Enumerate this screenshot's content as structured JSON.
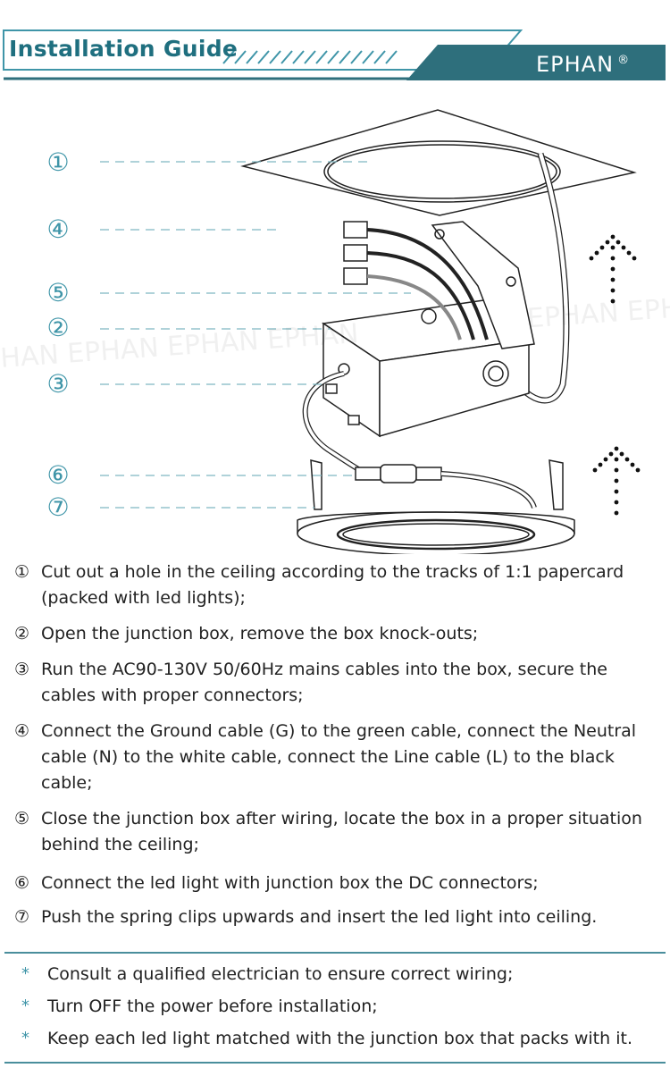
{
  "header": {
    "title": "Installation Guide",
    "brand": "EPHAN",
    "brand_mark": "®",
    "accent_color": "#2e6f7c",
    "title_color": "#1f6f7f"
  },
  "diagram": {
    "callouts": [
      "①",
      "④",
      "⑤",
      "②",
      "③",
      "⑥",
      "⑦"
    ],
    "watermark": "HAN EPHAN EPHAN EPHAN",
    "watermark_right": "EPHAN EPHAN"
  },
  "steps": [
    {
      "num": "①",
      "text": "Cut out a hole in the ceiling according to the tracks of 1:1 papercard (packed with led lights);"
    },
    {
      "num": "②",
      "text": "Open the junction box, remove the box knock-outs;"
    },
    {
      "num": "③",
      "text": "Run the AC90-130V 50/60Hz mains cables into the box, secure the cables with proper connectors;"
    },
    {
      "num": "④",
      "text": "Connect the Ground cable (G) to the green cable, connect the Neutral cable (N) to the white cable, connect the Line cable (L) to the black cable;"
    },
    {
      "num": "⑤",
      "text": "Close the junction box after wiring, locate the box in a proper situation behind the ceiling;"
    },
    {
      "num": "⑥",
      "text": "Connect the led light with junction box the DC connectors;"
    },
    {
      "num": "⑦",
      "text": "Push the spring clips upwards and insert the led light into ceiling."
    }
  ],
  "notes": [
    "Consult a qualified electrician to ensure correct wiring;",
    "Turn OFF the power before installation;",
    "Keep each led light matched with the junction box that packs with it."
  ],
  "note_bullet": "*"
}
